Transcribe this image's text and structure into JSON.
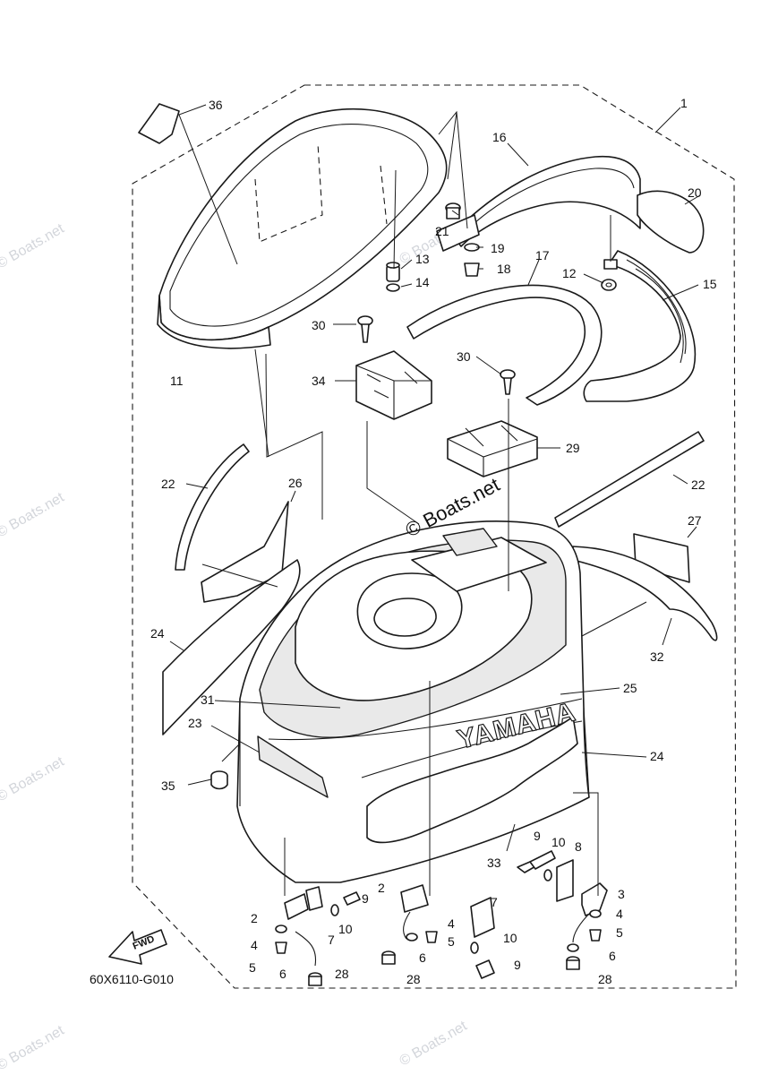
{
  "diagram": {
    "code": "60X6110-G010",
    "fwd_label": "FWD",
    "brand": "YAMAHA",
    "watermark": "© Boats.net",
    "watermark_center": "© Boats.net",
    "callouts": {
      "c1": "1",
      "c2": "2",
      "c3": "3",
      "c4": "4",
      "c5": "5",
      "c6": "6",
      "c7": "7",
      "c8": "8",
      "c9": "9",
      "c10": "10",
      "c11": "11",
      "c12": "12",
      "c13": "13",
      "c14": "14",
      "c15": "15",
      "c16": "16",
      "c17": "17",
      "c18": "18",
      "c19": "19",
      "c20": "20",
      "c21": "21",
      "c22": "22",
      "c23": "23",
      "c24": "24",
      "c25": "25",
      "c26": "26",
      "c27": "27",
      "c28": "28",
      "c29": "29",
      "c30": "30",
      "c31": "31",
      "c32": "32",
      "c33": "33",
      "c34": "34",
      "c35": "35",
      "c36": "36"
    }
  }
}
